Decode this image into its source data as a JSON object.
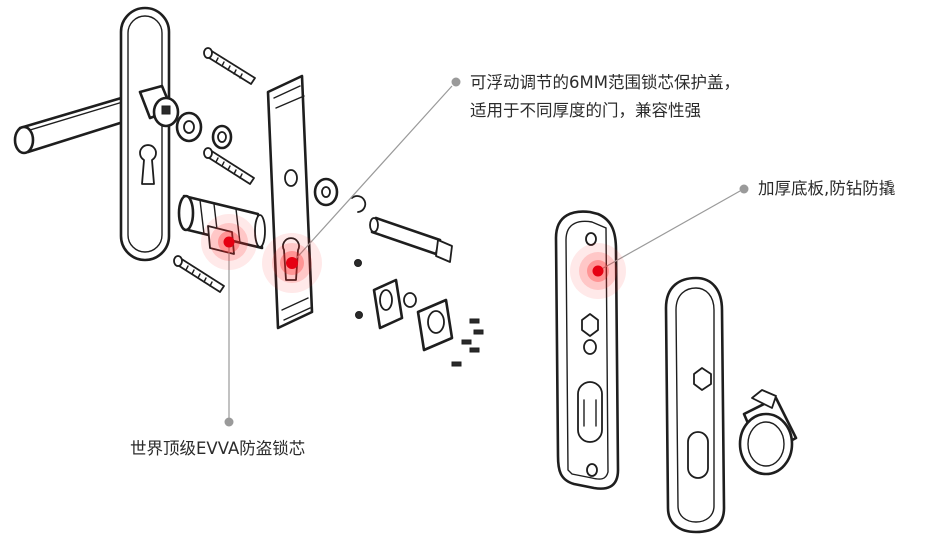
{
  "annotations": {
    "cover": {
      "line1": "可浮动调节的6MM范围锁芯保护盖，",
      "line2": "适用于不同厚度的门，兼容性强"
    },
    "base_plate": {
      "text": "加厚底板,防钻防撬"
    },
    "cylinder": {
      "text": "世界顶级EVVA防盗锁芯"
    }
  },
  "colors": {
    "highlight": "#e60012",
    "leader": "#9a9a9a",
    "text": "#2b2b2b",
    "line": "#1e1e1e"
  }
}
